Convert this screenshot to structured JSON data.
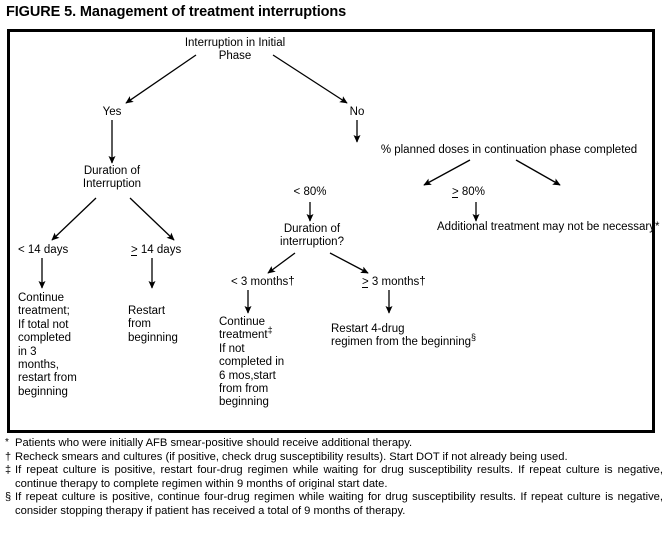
{
  "figure": {
    "title": "FIGURE 5. Management of treatment interruptions"
  },
  "flowchart": {
    "type": "decision-tree",
    "nodes": {
      "root": "Interruption in Initial Phase",
      "yes": "Yes",
      "no": "No",
      "duration_of_interruption": "Duration of\nInterruption",
      "percent_planned_doses": "% planned doses in continuation phase completed",
      "lt_80": "< 80%",
      "gte_80_prefix": "",
      "gte_80_symbol": ">",
      "gte_80_value": " 80%",
      "additional_treatment": "Additional treatment may not be necessary*",
      "lt_14_days": "< 14 days",
      "gte_14_symbol": ">",
      "gte_14_value": " 14 days",
      "continue_treatment_left": "Continue\ntreatment;\nIf total not\ncompleted\nin 3\nmonths,\nrestart from\nbeginning",
      "restart_from_beginning": "Restart\nfrom\nbeginning",
      "duration_of_interruption2": "Duration of\ninterruption?",
      "lt_3_months": "< 3 months",
      "lt_3_months_mark": "†",
      "gte_3_symbol": ">",
      "gte_3_value": " 3 months",
      "gte_3_months_mark": "†",
      "continue_treatment_center_line1": "Continue",
      "continue_treatment_center_line2": "treatment",
      "continue_treatment_center_mark": "‡",
      "continue_treatment_center_rest": "If not\ncompleted in\n6 mos,start\nfrom from\nbeginning",
      "restart_4drug_line1": "Restart 4-drug",
      "restart_4drug_line2": "regimen from the beginning",
      "restart_4drug_mark": "§"
    }
  },
  "footnotes": [
    {
      "marker": "*",
      "text": "Patients who were initially AFB smear-positive should receive additional therapy."
    },
    {
      "marker": "†",
      "text": "Recheck smears and cultures (if positive, check drug susceptibility results). Start DOT if not already being used."
    },
    {
      "marker": "‡",
      "text": "If repeat culture is positive, restart four-drug regimen while waiting for drug susceptibility results. If repeat culture is negative, continue therapy to complete regimen within 9 months of original start date."
    },
    {
      "marker": "§",
      "text": "If repeat culture is positive, continue four-drug regimen while waiting for drug susceptibility results. If repeat culture is negative, consider stopping therapy if patient has received a total of 9 months of therapy."
    }
  ],
  "colors": {
    "ink": "#000000",
    "background": "#ffffff"
  }
}
